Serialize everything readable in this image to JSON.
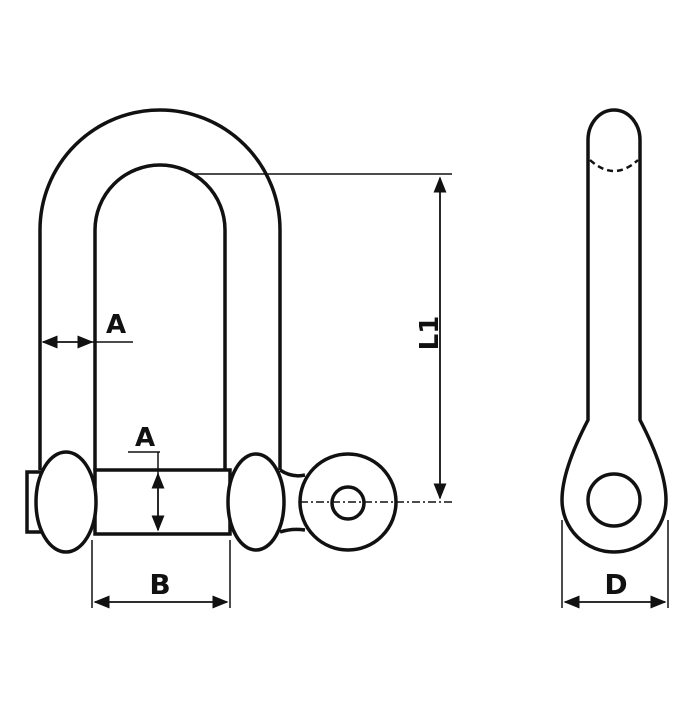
{
  "diagram": {
    "labels": {
      "a_horizontal": "A",
      "a_vertical": "A",
      "b": "B",
      "l1": "L1",
      "d": "D"
    },
    "colors": {
      "stroke": "#111111",
      "background": "#ffffff"
    }
  }
}
